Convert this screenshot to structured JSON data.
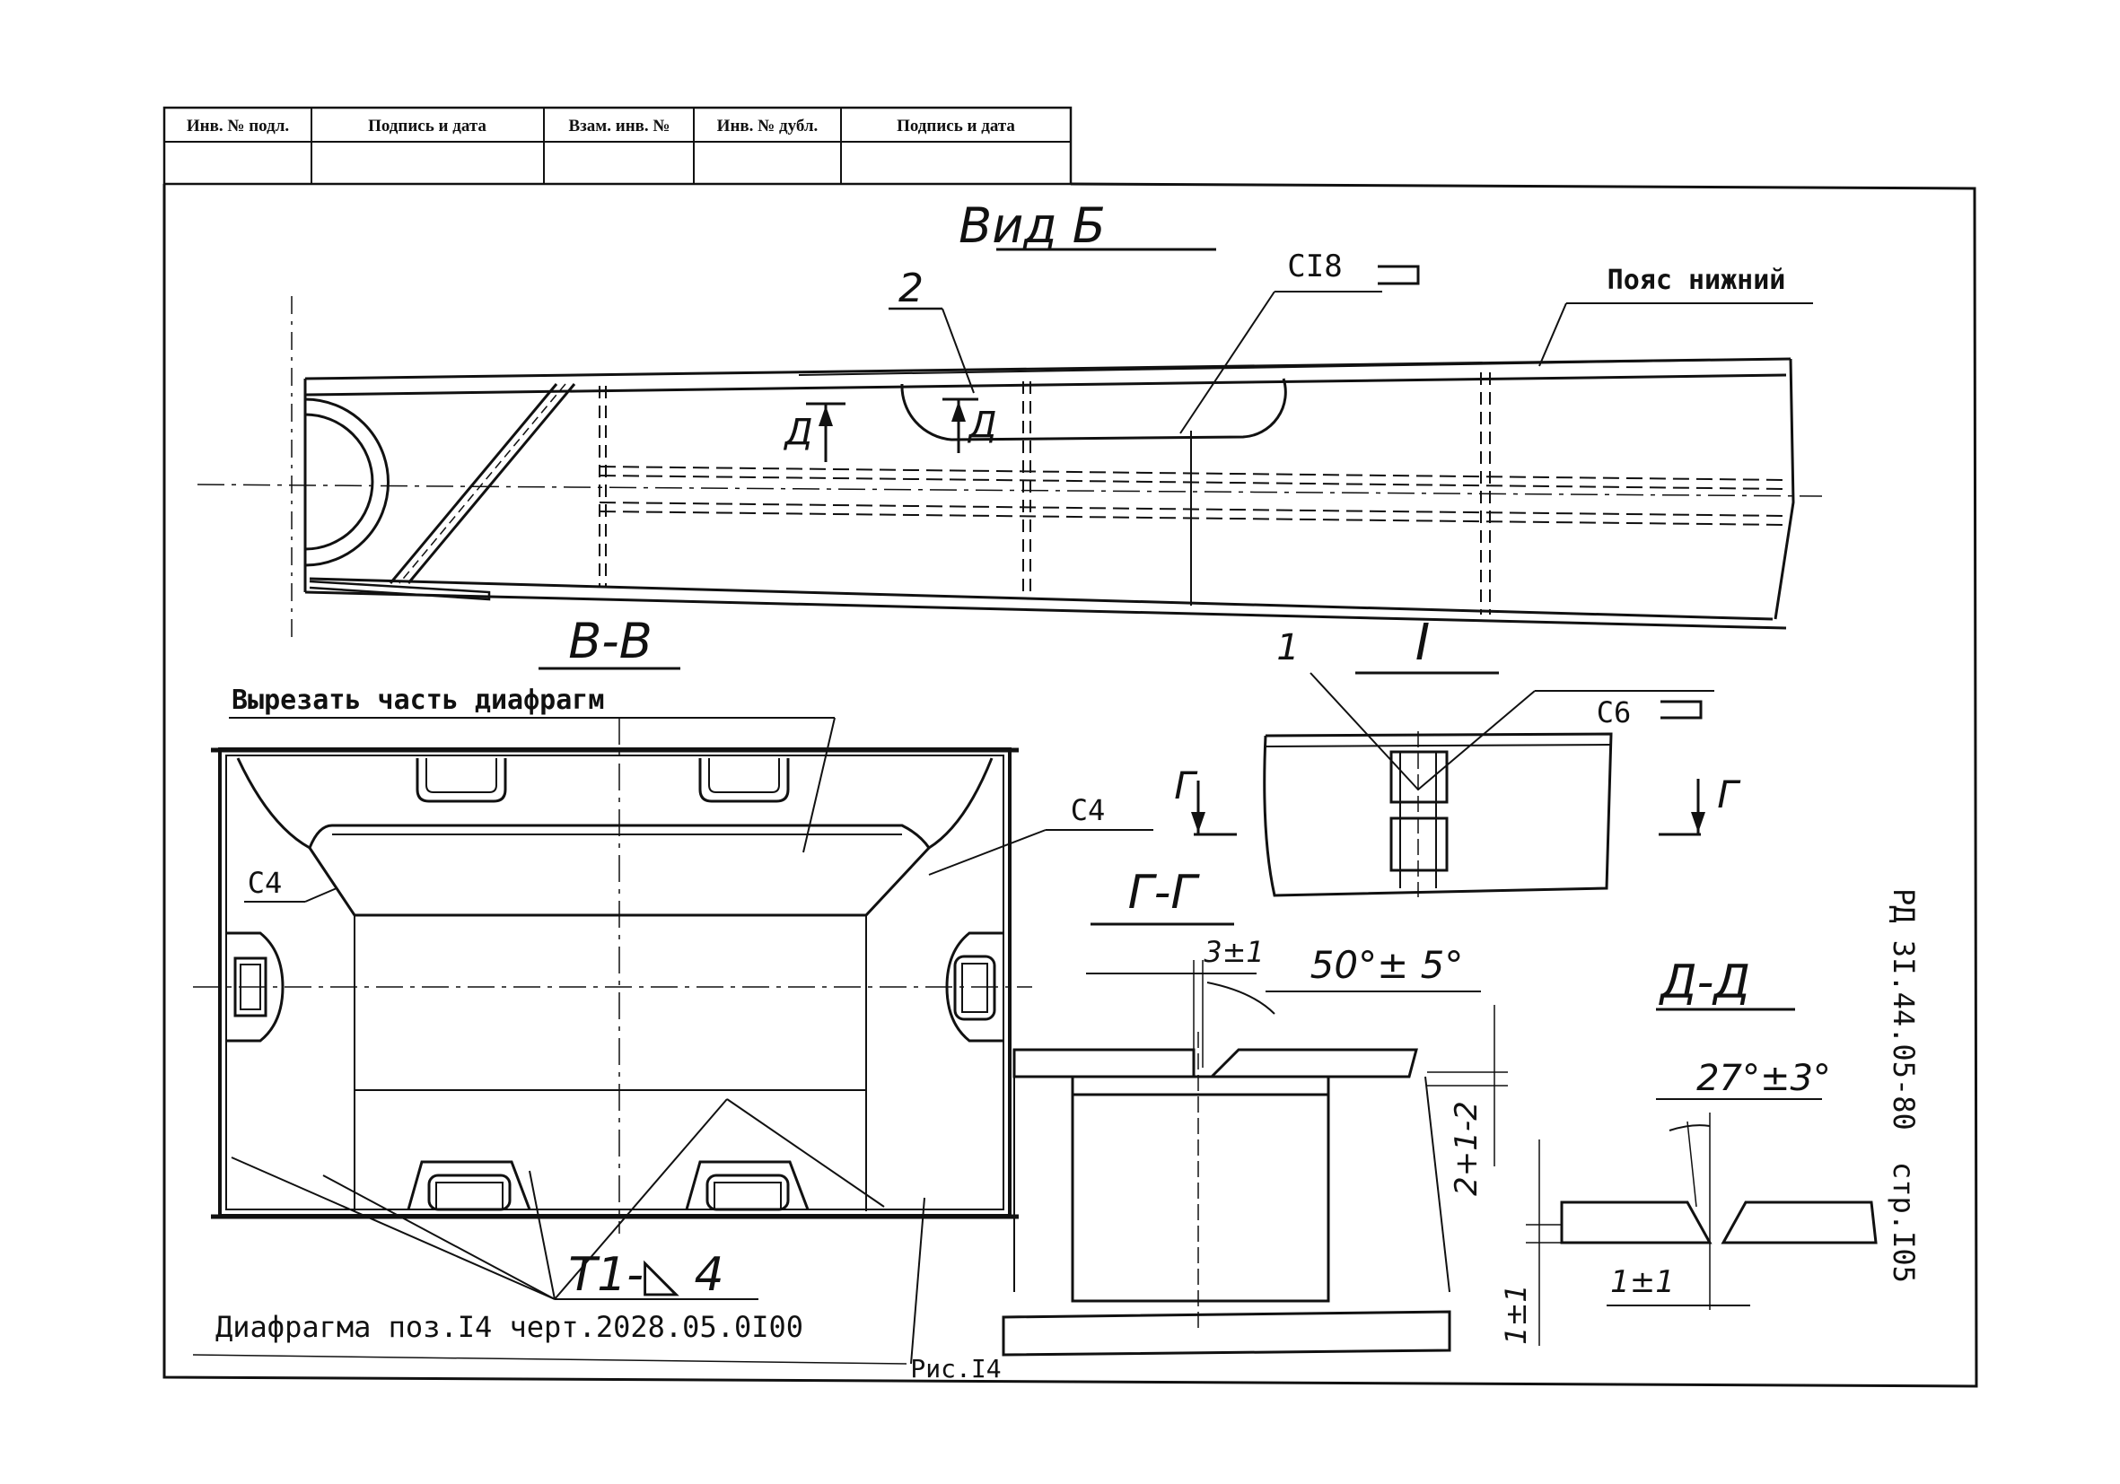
{
  "stamp_columns": [
    "Инв. № подл.",
    "Подпись и дата",
    "Взам. инв. №",
    "Инв. № дубл.",
    "Подпись и дата"
  ],
  "views": {
    "vid_b": {
      "title": "Вид Б",
      "label_2": "2",
      "weld_ct8": "CI8",
      "belt": "Пояс нижний",
      "section_d1": "Д",
      "section_d2": "Д"
    },
    "section_vv": {
      "title": "В-В",
      "cut_note": "Вырезать часть диафрагм",
      "weld_c4_right": "C4",
      "weld_c4_left": "C4",
      "weld_t1": "Т1-◺ 4",
      "caption": "Диафрагма поз.I4 черт.2028.05.0I00"
    },
    "detail_i": {
      "title": "I",
      "label_1": "1",
      "weld_c6": "C6",
      "section_g_left": "Г",
      "section_g_right": "Г"
    },
    "section_gg": {
      "title": "Г-Г",
      "gap": "3±1",
      "angle": "50°± 5°",
      "dim_vertical": "2+1-2"
    },
    "section_dd": {
      "title": "Д-Д",
      "angle": "27°±3°",
      "gap": "1±1",
      "dim_vertical": "1±1"
    }
  },
  "figure_caption": "Рис.I4",
  "doc_code": "РД 3I.44.05-80",
  "page": "стр.I05"
}
